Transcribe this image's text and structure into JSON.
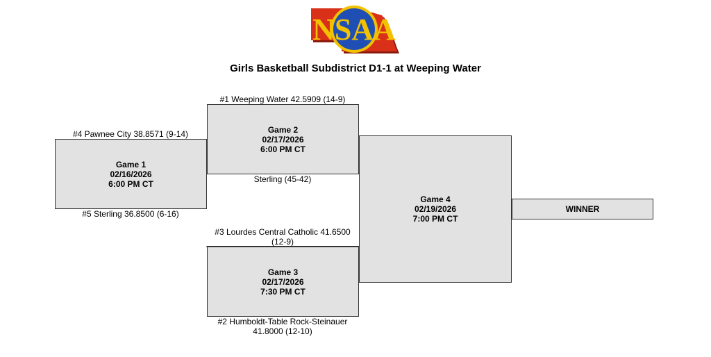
{
  "logo": {
    "text": "NSAA",
    "colors": {
      "state": "#d9301a",
      "shadow": "#8a1a0d",
      "circle": "#1f4fb5",
      "ring": "#f2c200"
    }
  },
  "title": "Girls Basketball Subdistrict D1-1 at Weeping Water",
  "games": {
    "game1": {
      "name": "Game 1",
      "date": "02/16/2026",
      "time": "6:00 PM CT"
    },
    "game2": {
      "name": "Game 2",
      "date": "02/17/2026",
      "time": "6:00 PM CT"
    },
    "game3": {
      "name": "Game 3",
      "date": "02/17/2026",
      "time": "7:30 PM CT"
    },
    "game4": {
      "name": "Game 4",
      "date": "02/19/2026",
      "time": "7:00 PM CT"
    }
  },
  "winner": "WINNER",
  "teams": {
    "seed4": "#4 Pawnee City 38.8571 (9-14)",
    "seed5": "#5 Sterling 36.8500 (6-16)",
    "seed1": "#1 Weeping Water 42.5909 (14-9)",
    "game1_result": "Sterling (45-42)",
    "seed3_line1": "#3 Lourdes Central Catholic 41.6500",
    "seed3_line2": "(12-9)",
    "seed2_line1": "#2 Humboldt-Table Rock-Steinauer",
    "seed2_line2": "41.8000 (12-10)"
  },
  "colors": {
    "box_fill": "#e2e2e2",
    "border": "#333333"
  }
}
